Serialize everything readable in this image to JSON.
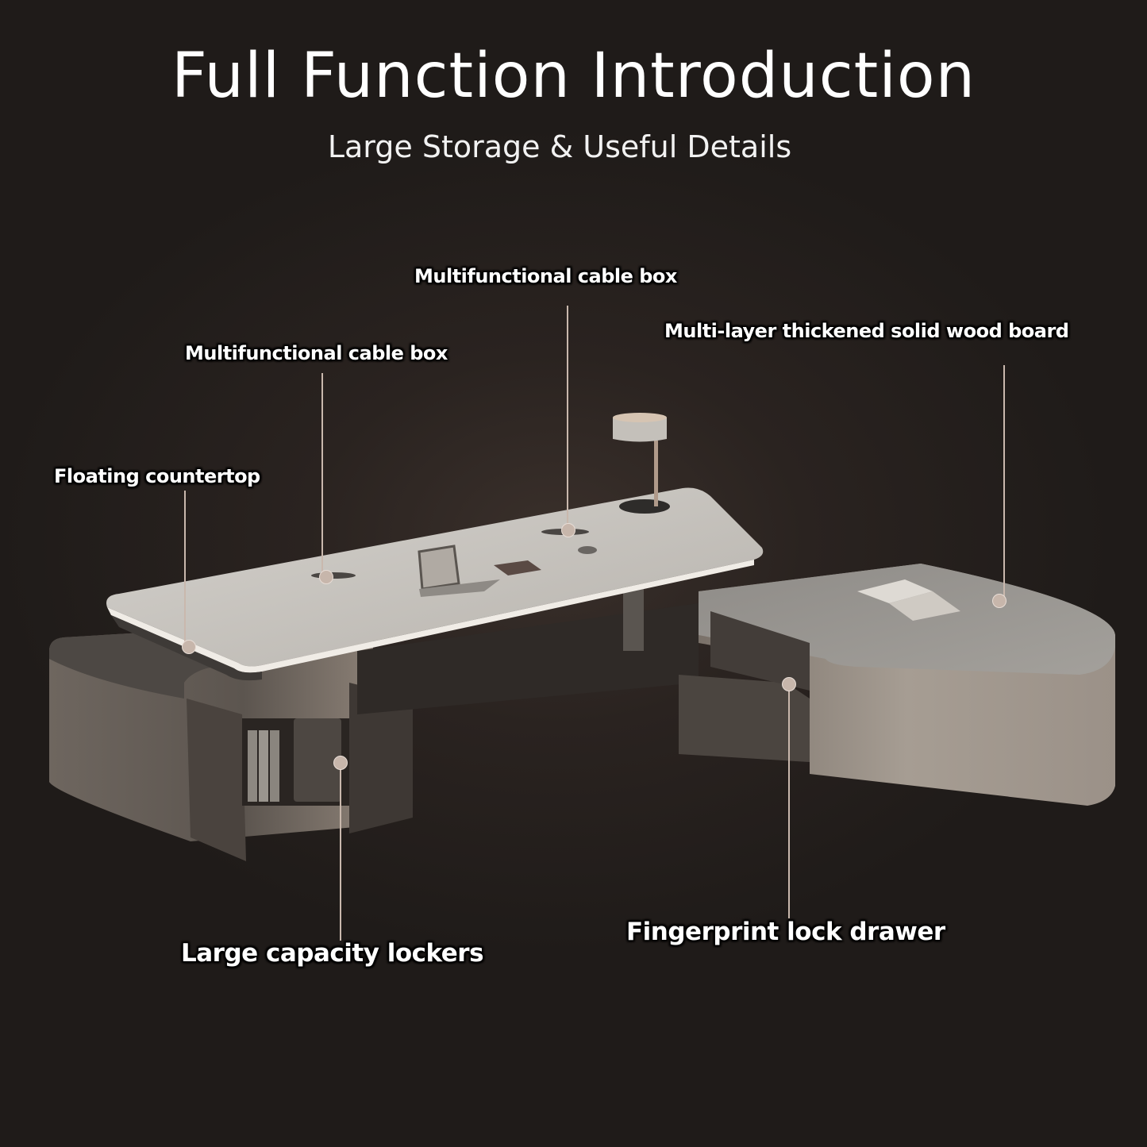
{
  "header": {
    "title": "Full Function Introduction",
    "subtitle": "Large Storage & Useful Details"
  },
  "callouts": [
    {
      "id": "cable-box-center",
      "label": "Multifunctional cable box"
    },
    {
      "id": "cable-box-left",
      "label": "Multifunctional cable box"
    },
    {
      "id": "wood-board",
      "label": "Multi-layer thickened solid wood board"
    },
    {
      "id": "floating-countertop",
      "label": "Floating countertop"
    },
    {
      "id": "lockers",
      "label": "Large capacity lockers"
    },
    {
      "id": "fingerprint-drawer",
      "label": "Fingerprint lock drawer"
    }
  ],
  "colors": {
    "background": "#241e1b",
    "desktop": "#c9c6c1",
    "cabinet": "#8a8178",
    "leader": "#c9b8ad",
    "text": "#ffffff"
  }
}
